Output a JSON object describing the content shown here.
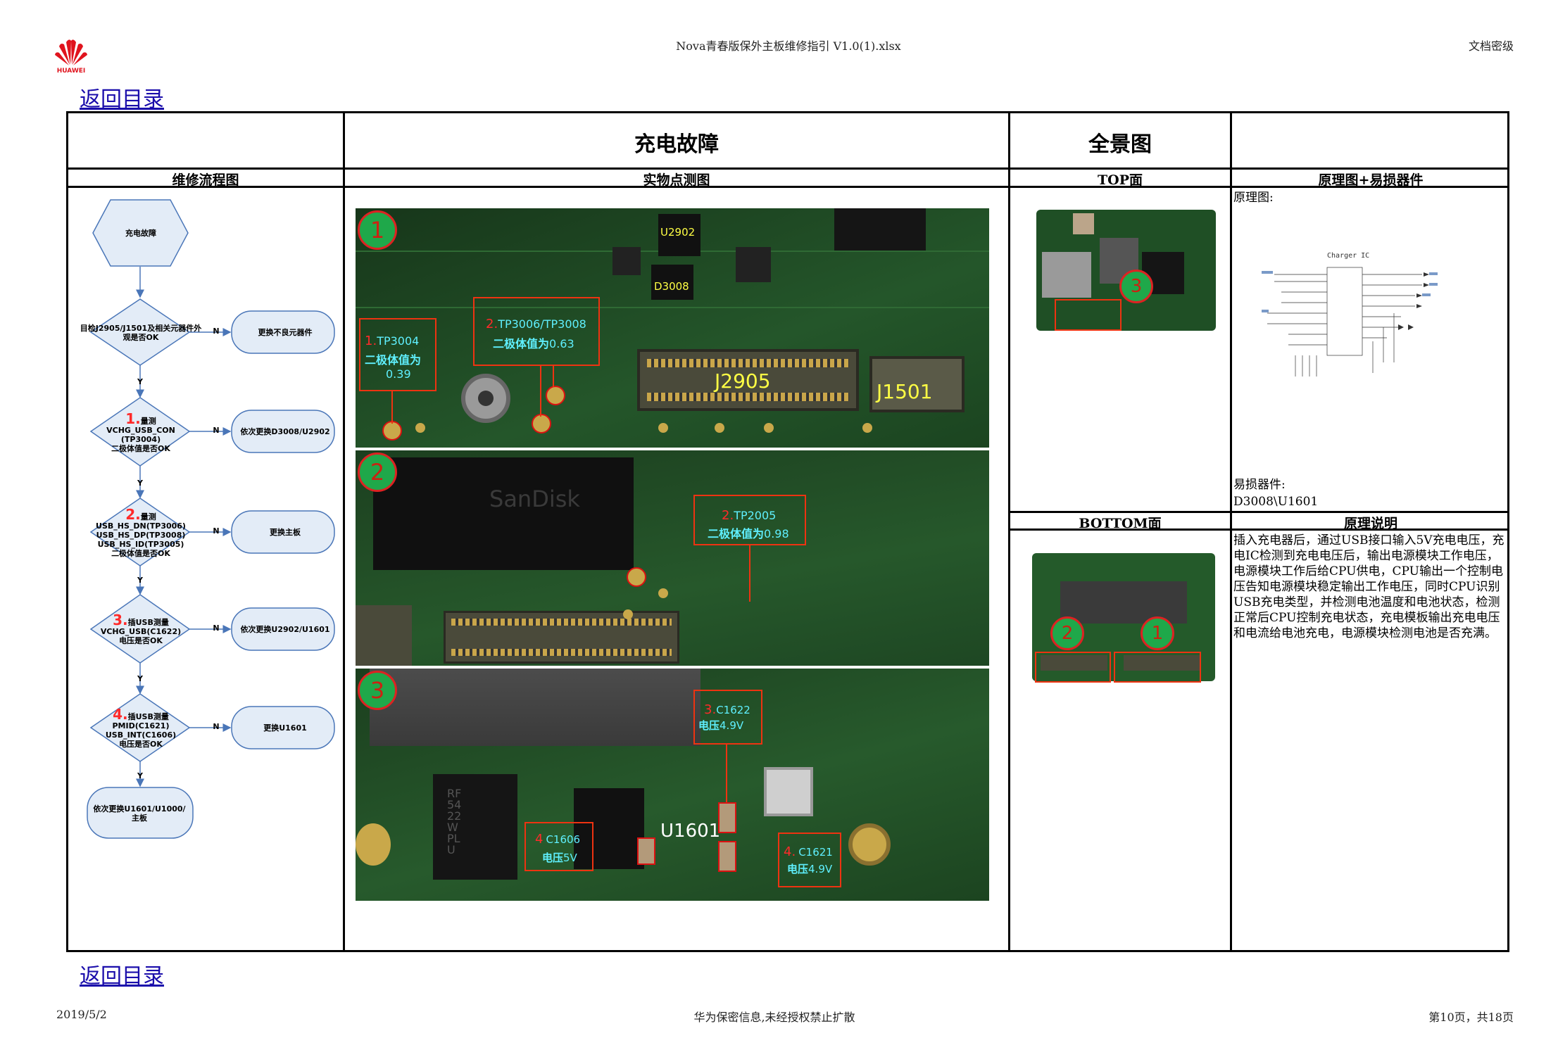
{
  "header": {
    "file_title": "Nova青春版保外主板维修指引 V1.0(1).xlsx",
    "classification": "文档密级",
    "logo_text": "HUAWEI"
  },
  "nav": {
    "back_top": "返回目录",
    "back_bottom": "返回目录"
  },
  "table": {
    "main_title": "充电故障",
    "panorama_title": "全景图",
    "col_flow": "维修流程图",
    "col_photo": "实物点测图",
    "col_top": "TOP面",
    "col_schematic": "原理图+易损器件",
    "col_bottom": "BOTTOM面",
    "col_principle": "原理说明"
  },
  "flow": {
    "start": "充电故障",
    "step0": "目检J2905/J1501及相关元器件外观是否OK",
    "step0_no": "更换不良元器件",
    "step1_num": "1.",
    "step1": "量测\nVCHG_USB_CON\n(TP3004)\n二极体值是否OK",
    "step1_no": "依次更换D3008/U2902",
    "step2_num": "2.",
    "step2": "量测\nUSB_HS_DN(TP3006)\nUSB_HS_DP(TP3008)\nUSB_HS_ID(TP3005)\n二极体值是否OK",
    "step2_no": "更换主板",
    "step3_num": "3.",
    "step3": "插USB测量\nVCHG_USB(C1622)\n电压是否OK",
    "step3_no": "依次更换U2902/U1601",
    "step4_num": "4.",
    "step4": "插USB测量\nPMID(C1621)\nUSB_INT(C1606)\n电压是否OK",
    "step4_no": "更换U1601",
    "end": "依次更换U1601/U1000/主板",
    "label_n": "N",
    "label_y": "Y"
  },
  "photo": {
    "p1": {
      "num": "1",
      "chips": [
        "U2902",
        "D3008",
        "J2905",
        "J1501"
      ],
      "box1_num": "1.",
      "box1_tp": "TP3004",
      "box1_l1": "二极体值为",
      "box1_l2": "0.39",
      "box2_num": "2.",
      "box2_tp": "TP3006/TP3008",
      "box2_l1": "二极体值为",
      "box2_l2": "0.63"
    },
    "p2": {
      "num": "2",
      "brand": "SanDisk",
      "box_num": "2.",
      "box_tp": "TP2005",
      "box_l1": "二极体值为",
      "box_l2": "0.98"
    },
    "p3": {
      "num": "3",
      "chip": "U1601",
      "rf": "RF5422 WPLU",
      "box1_num": "3.",
      "box1_c": "C1622",
      "box1_l": "电压",
      "box1_v": "4.9V",
      "box2_num": "4",
      "box2_c": "C1606",
      "box2_l": "电压",
      "box2_v": "5V",
      "box3_num": "4.",
      "box3_c": "C1621",
      "box3_l": "电压",
      "box3_v": "4.9V"
    }
  },
  "panorama": {
    "top_num": "3",
    "bottom_num1": "2",
    "bottom_num2": "1"
  },
  "schematic": {
    "label": "原理图:",
    "chart_title": "Charger IC",
    "vulnerable_label": "易损器件:",
    "vulnerable_parts": "D3008\\U1601"
  },
  "principle": {
    "text": "插入充电器后，通过USB接口输入5V充电电压，充电IC检测到充电电压后，输出电源模块工作电压，电源模块工作后给CPU供电，CPU输出一个控制电压告知电源模块稳定输出工作电压，同时CPU识别USB充电类型，并检测电池温度和电池状态，检测正常后CPU控制充电状态，充电模板输出充电电压和电流给电池充电，电源模块检测电池是否充满。"
  },
  "footer": {
    "date": "2019/5/2",
    "confidential": "华为保密信息,未经授权禁止扩散",
    "page": "第10页，共18页"
  }
}
